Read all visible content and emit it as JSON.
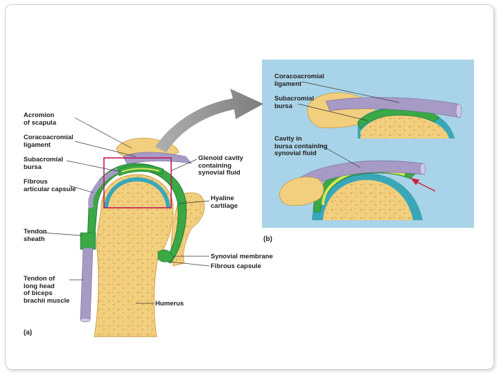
{
  "panel_a": {
    "letter": "(a)",
    "labels": {
      "acromion": "Acromion\nof scapula",
      "coracoacromial": "Coracoacromial\nligament",
      "subacromial": "Subacromial\nbursa",
      "fibrous_articular": "Fibrous\narticular capsule",
      "tendon_sheath": "Tendon\nsheath",
      "tendon_biceps": "Tendon of\nlong head\nof biceps\nbrachii muscle",
      "glenoid": "Glenoid cavity\ncontaining\nsynovial fluid",
      "hyaline": "Hyaline\ncartilage",
      "synovial_membrane": "Synovial membrane",
      "fibrous_capsule": "Fibrous capsule",
      "humerus": "Humerus"
    }
  },
  "panel_b": {
    "letter": "(b)",
    "labels": {
      "coracoacromial": "Coracoacromial\nligament",
      "subacromial": "Subacromial\nbursa",
      "cavity": "Cavity in\nbursa containing\nsynovial fluid"
    }
  },
  "colors": {
    "bone": "#f1cf7e",
    "bone_spot": "#e2a94c",
    "cartilage": "#3aa7b8",
    "bursa": "#39a845",
    "bursa_fluid": "#d7e55a",
    "ligament": "#a79bc6",
    "inset_bg": "#a9d3e8",
    "highlight_box": "#c2185b",
    "arrow": "#8a8a8a",
    "pointer_arrow": "#d0213f"
  }
}
